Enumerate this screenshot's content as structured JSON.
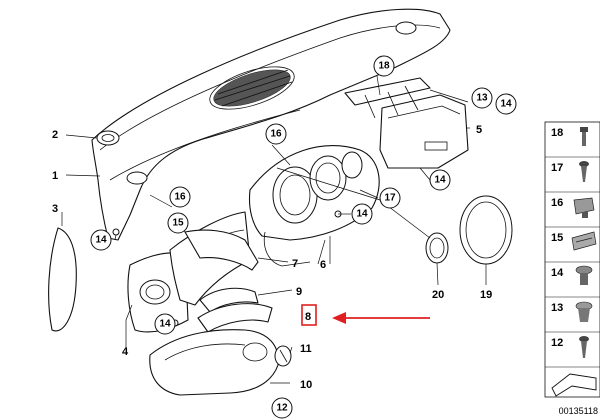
{
  "callouts": {
    "c1": "1",
    "c2": "2",
    "c3": "3",
    "c4": "4",
    "c5": "5",
    "c6": "6",
    "c7": "7",
    "c8": "8",
    "c9": "9",
    "c10": "10",
    "c11": "11",
    "c12": "12",
    "c13": "13",
    "c14": "14",
    "c15": "15",
    "c16": "16",
    "c17": "17",
    "c18": "18",
    "c19": "19",
    "c20": "20"
  },
  "legend": {
    "items": [
      {
        "label": "18",
        "icon": "bolt-icon"
      },
      {
        "label": "17",
        "icon": "screw-icon"
      },
      {
        "label": "16",
        "icon": "clip-nut-icon"
      },
      {
        "label": "15",
        "icon": "spring-clip-icon"
      },
      {
        "label": "14",
        "icon": "expanding-rivet-icon"
      },
      {
        "label": "13",
        "icon": "plug-icon"
      },
      {
        "label": "12",
        "icon": "self-tapping-screw-icon"
      }
    ]
  },
  "part_number": "00135118",
  "colors": {
    "highlight": "#e02020",
    "line": "#111111"
  }
}
